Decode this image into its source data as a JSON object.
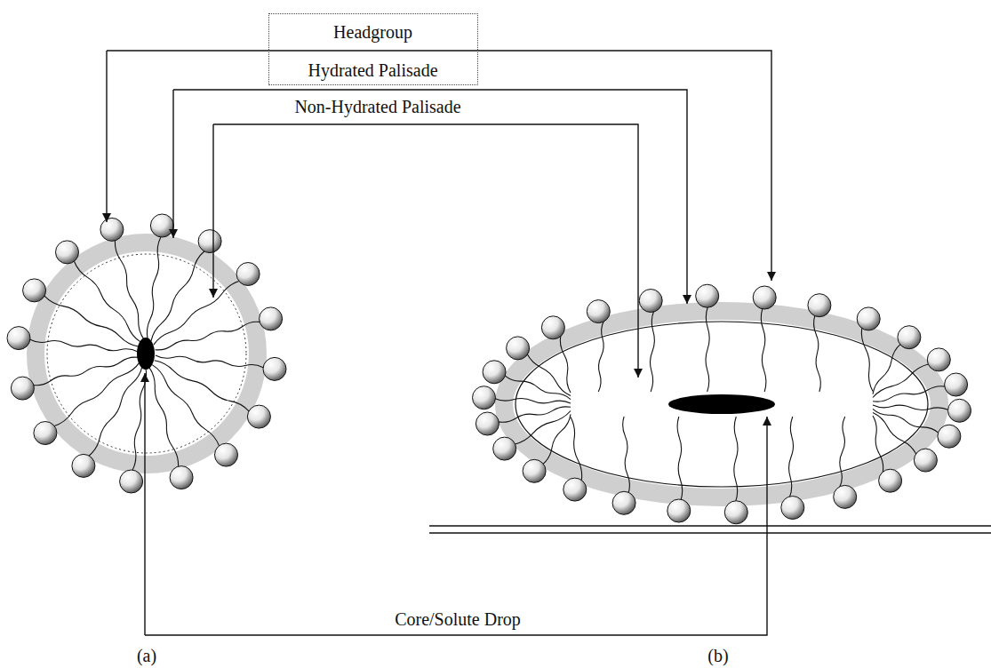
{
  "diagram": {
    "nodes": [
      {
        "text": [
          "Headgroup",
          "Hydrated Palisade"
        ]
      }
    ],
    "labels": [
      "Non-Hydrated Palisade",
      "Core/Solute Drop",
      "(a)",
      "(b)"
    ]
  }
}
